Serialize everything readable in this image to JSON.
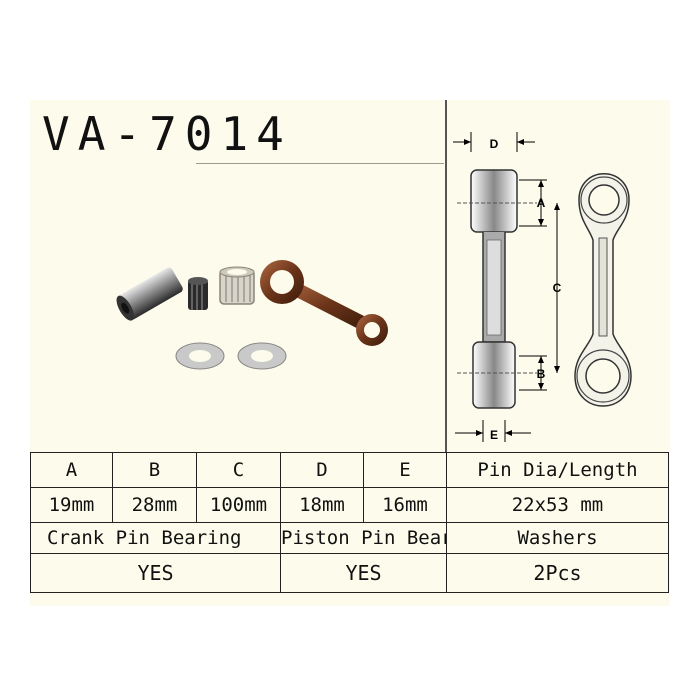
{
  "product": {
    "title": "VA-7014"
  },
  "diagram_labels": {
    "d": "D",
    "a": "A",
    "c": "C",
    "b": "B",
    "e": "E"
  },
  "specs": {
    "headers": [
      "A",
      "B",
      "C",
      "D",
      "E",
      "Pin Dia/Length"
    ],
    "values": [
      "19mm",
      "28mm",
      "100mm",
      "18mm",
      "16mm",
      "22x53 mm"
    ],
    "feature_headers": [
      "Crank Pin Bearing",
      "Piston Pin Bearing",
      "Washers"
    ],
    "feature_values": [
      "YES",
      "YES",
      "2Pcs"
    ]
  },
  "colors": {
    "background": "#fdfcec",
    "rod_copper": "#8a4a2a",
    "steel": "#9a9a9a"
  }
}
